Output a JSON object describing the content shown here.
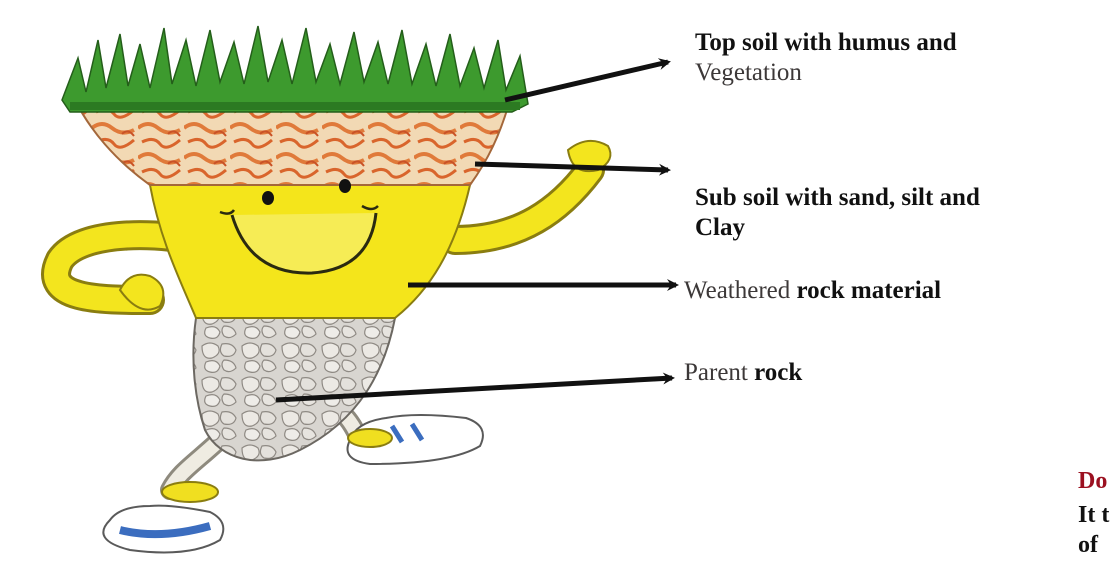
{
  "labels": {
    "top_soil_line1": "Top soil with humus and",
    "top_soil_line2": "Vegetation",
    "sub_soil_line1": "Sub soil with sand, silt and",
    "sub_soil_line2": "Clay",
    "weathered_prefix": "Weathered",
    "weathered_suffix": " rock material",
    "parent_prefix": "Parent",
    "parent_suffix": " rock"
  },
  "cropped_text": {
    "line1": "Do",
    "line2": "It t",
    "line3": "of"
  },
  "colors": {
    "grass": "#3d9a2e",
    "topsoil": "#e8b07a",
    "subsoil": "#f2e61c",
    "rock": "#c9c6c2",
    "arrow": "#111111",
    "accent_red": "#9b1020"
  }
}
